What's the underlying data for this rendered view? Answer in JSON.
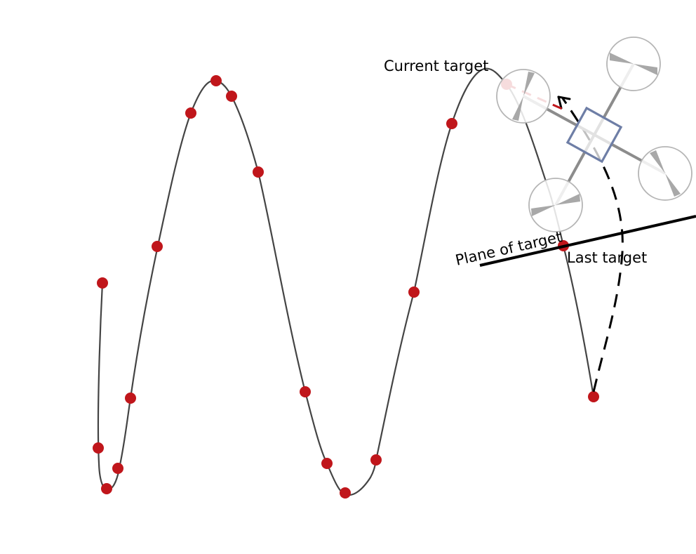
{
  "labels": {
    "current_target": "Current target",
    "last_target": "Last target",
    "plane_of_target": "Plane of target"
  },
  "colors": {
    "trajectory": "#444444",
    "waypoint": "#c0161b",
    "path": "#000000",
    "plane": "#000000",
    "drone_body": "#6e7ea6",
    "drone_arm": "#8c8c8c",
    "rotor_ring": "#b5b5b5",
    "propeller": "#a8a8a8",
    "lookahead": "#c0161b"
  },
  "icons": {
    "drone": "quadcopter-icon"
  }
}
